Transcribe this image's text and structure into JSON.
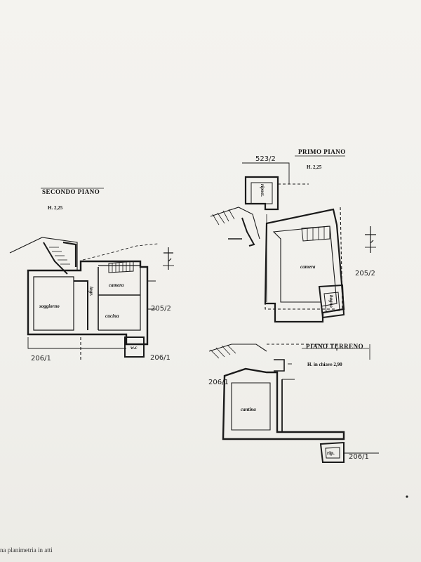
{
  "second_floor": {
    "title": "SECONDO  PIANO",
    "height": "H. 2,25",
    "rooms": {
      "soggiorno": "soggiorno",
      "ingr": "ingr.",
      "camera": "camera",
      "cucina": "cucina",
      "wc": "w.c"
    },
    "parcels": {
      "right": "205/2",
      "bottom_left": "206/1",
      "bottom_right": "206/1"
    }
  },
  "first_floor": {
    "title": "PRIMO  PIANO",
    "height": "H. 2,25",
    "rooms": {
      "ripost": "ripost.",
      "camera": "camera",
      "bagno": "bagno"
    },
    "parcels": {
      "top": "523/2",
      "right": "205/2"
    }
  },
  "ground_floor": {
    "title": "PIANO  TERRENO",
    "height": "H. in chiave 2,90",
    "rooms": {
      "cantina": "cantina",
      "rip": "rip."
    },
    "parcels": {
      "left": "206/1",
      "bottom_right": "206/1"
    }
  },
  "footer": {
    "text": "na planimetria in atti"
  }
}
